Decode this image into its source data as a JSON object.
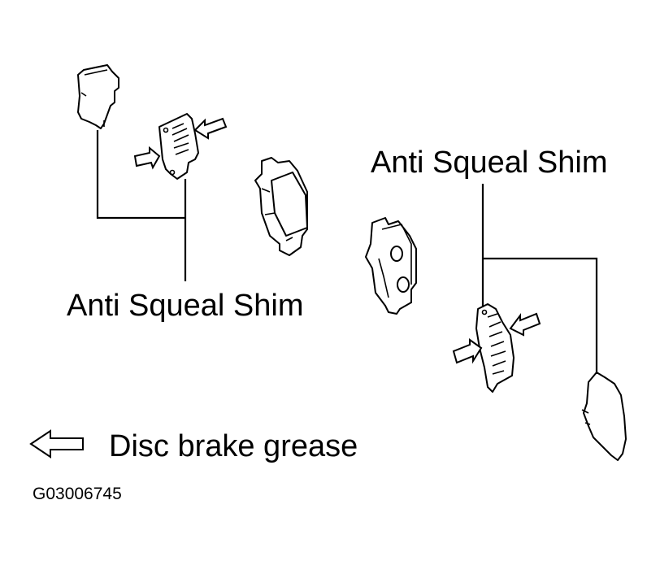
{
  "labels": {
    "shim_left": "Anti Squeal Shim",
    "shim_right": "Anti Squeal Shim",
    "legend_text": "Disc brake grease",
    "figure_id": "G03006745"
  },
  "icons": {
    "legend_arrow": "hollow-left-arrow-icon"
  },
  "colors": {
    "ink": "#000000",
    "background": "#ffffff"
  }
}
